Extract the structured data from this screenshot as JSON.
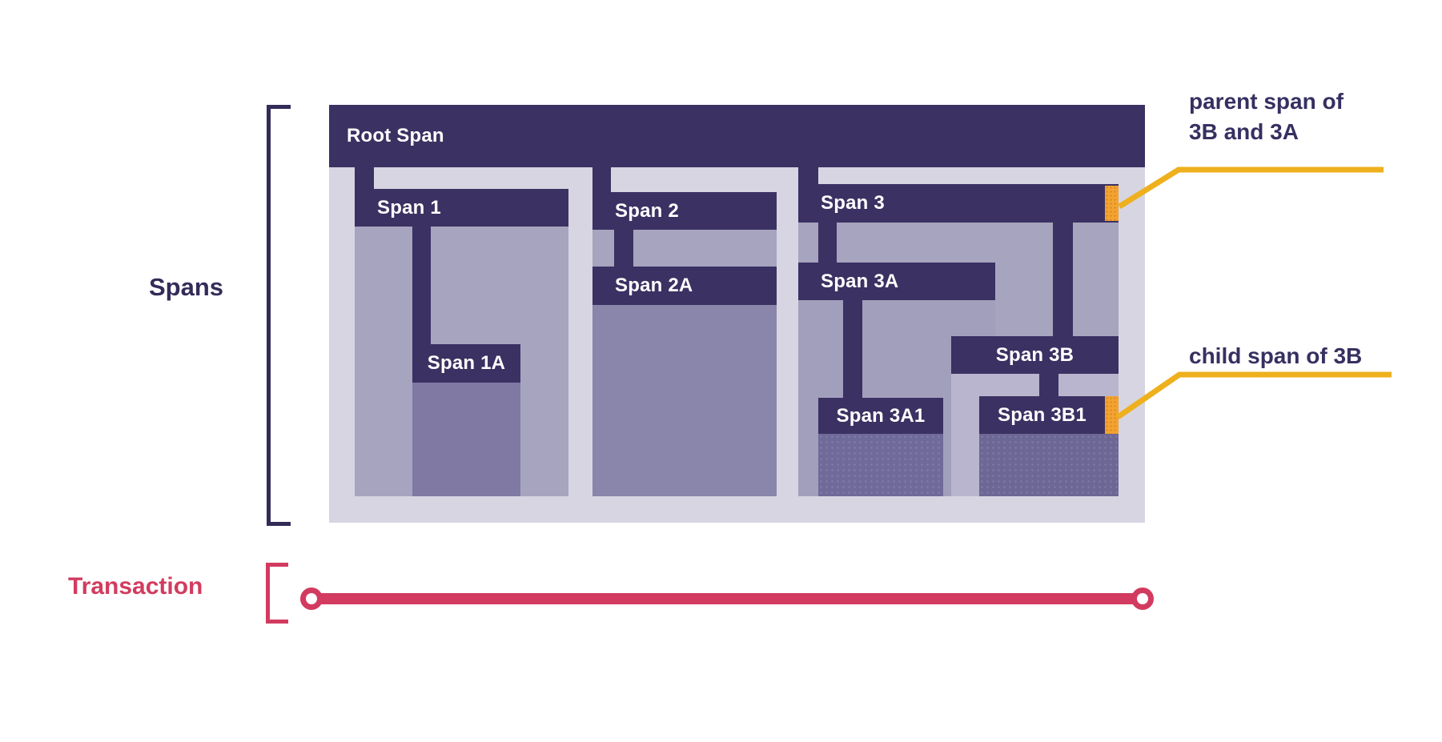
{
  "sections": {
    "spans_label": "Spans",
    "transaction_label": "Transaction"
  },
  "spans": {
    "root": "Root Span",
    "span1": "Span 1",
    "span1a": "Span 1A",
    "span2": "Span 2",
    "span2a": "Span 2A",
    "span3": "Span 3",
    "span3a": "Span 3A",
    "span3a1": "Span 3A1",
    "span3b": "Span 3B",
    "span3b1": "Span 3B1"
  },
  "annotations": {
    "parent": "parent span of\n3B and 3A",
    "child": "child span of 3B"
  },
  "colors": {
    "span_bar": "#3b3162",
    "panel_background": "#d7d5e2",
    "span_duration_fill": "#a7a4bf",
    "deep_span_fill": "#6f6a99",
    "highlight_marker": "#f2a42e",
    "annotation_line": "#eeb01d",
    "annotation_text": "#363061",
    "spans_label": "#332c58",
    "transaction": "#d23b5f"
  }
}
